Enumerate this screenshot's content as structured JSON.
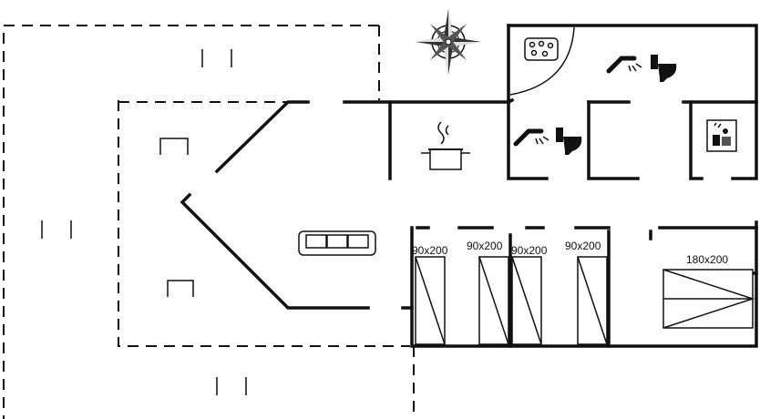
{
  "bed_labels": [
    "90x200",
    "90x200",
    "90x200",
    "90x200",
    "180x200"
  ],
  "icons": {
    "compass": "compass-rose-icon",
    "spa": "whirlpool-icon",
    "shower": "shower-icon",
    "toilet": "toilet-icon",
    "sauna": "sauna-icon",
    "kitchen": "cooking-pot-icon",
    "sofa": "sofa-icon",
    "chair": "terrace-chair-icon",
    "bed": "bed-icon"
  }
}
